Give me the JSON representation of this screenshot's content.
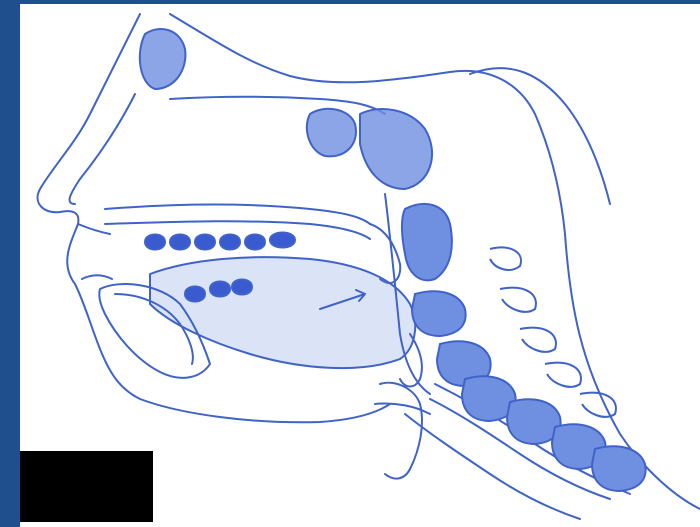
{
  "figure": {
    "subject": "sagittal-head-neck-section",
    "colors": {
      "frame": "#1f4f8c",
      "line": "#3f63c8",
      "fill": "#6f8fe0",
      "dark_fill": "#3a5ad0",
      "background": "#ffffff",
      "redaction": "#000000"
    },
    "icons": [
      "nasal-cavity",
      "palate",
      "tongue",
      "mandible",
      "vertebra",
      "trachea",
      "esophagus"
    ]
  }
}
